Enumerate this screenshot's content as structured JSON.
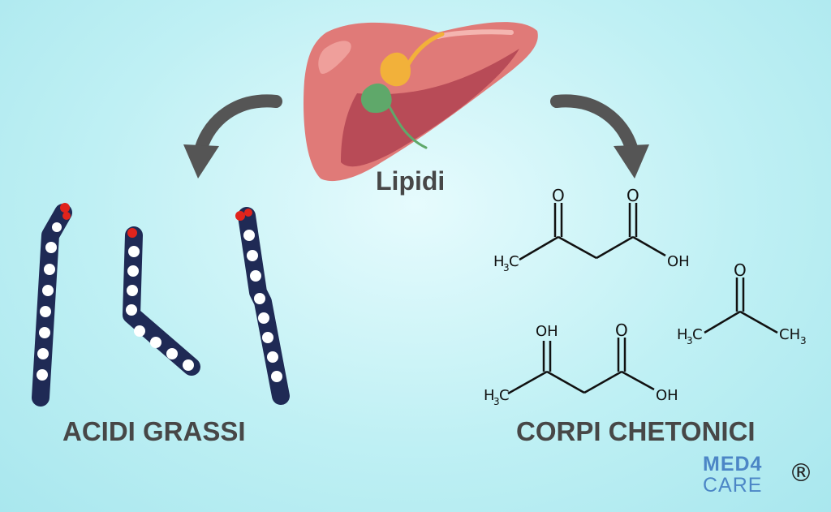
{
  "labels": {
    "center": "Lipidi",
    "left": "ACIDI GRASSI",
    "right": "CORPI CHETONICI"
  },
  "molecules": {
    "acetoacetate": {
      "o_top_left": "O",
      "o_top_right": "O",
      "ch3": "H",
      "ch3_sub": "3",
      "ch3_c": "C",
      "oh": "OH"
    },
    "acetone": {
      "o": "O",
      "h_left": "H",
      "sub_left": "3",
      "c_left": "C",
      "c_right": "CH",
      "sub_right": "3"
    },
    "hydroxybutyrate": {
      "oh_top": "OH",
      "o_top": "O",
      "h": "H",
      "sub": "3",
      "c": "C",
      "oh": "OH"
    }
  },
  "logo": {
    "line1": "MED4",
    "line2": "CARE",
    "registered": "®"
  },
  "colors": {
    "liver": "#e07a78",
    "liver_dark": "#b84b57",
    "gallbladder": "#f2b13a",
    "duct_green": "#5fa86a",
    "arrow": "#555555",
    "chain": "#1f2a55",
    "bead": "#ffffff",
    "head": "#e0241c",
    "brand": "#4c86c6"
  }
}
